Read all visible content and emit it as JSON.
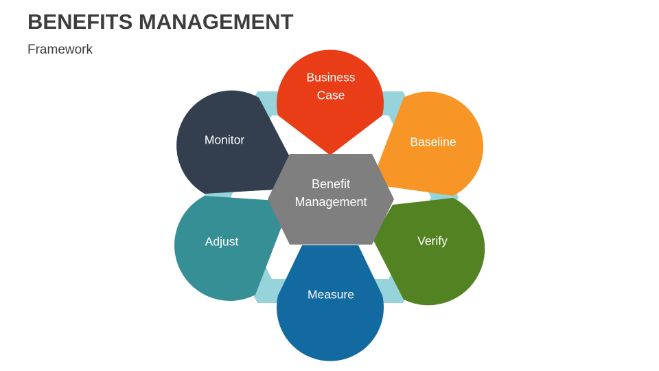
{
  "header": {
    "title": "BENEFITS MANAGEMENT",
    "subtitle": "Framework"
  },
  "diagram": {
    "ring_color": "#96d3da",
    "center": {
      "label_line1": "Benefit",
      "label_line2": "Management",
      "color": "#7f7f7f"
    },
    "petals": [
      {
        "label_line1": "Business",
        "label_line2": "Case",
        "color": "#e93d18"
      },
      {
        "label_line1": "Baseline",
        "label_line2": "",
        "color": "#f79527"
      },
      {
        "label_line1": "Verify",
        "label_line2": "",
        "color": "#538222"
      },
      {
        "label_line1": "Measure",
        "label_line2": "",
        "color": "#136aa0"
      },
      {
        "label_line1": "Adjust",
        "label_line2": "",
        "color": "#378f96"
      },
      {
        "label_line1": "Monitor",
        "label_line2": "",
        "color": "#333f4f"
      }
    ]
  }
}
